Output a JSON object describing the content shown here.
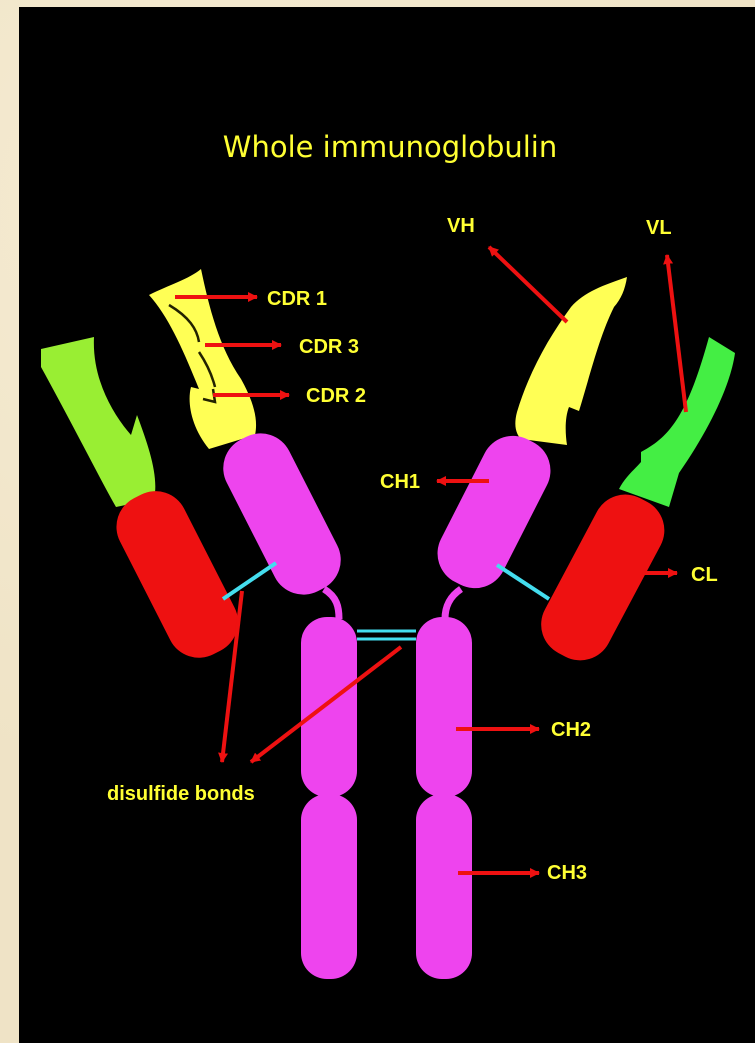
{
  "title": "Whole immunoglobulin",
  "labels": {
    "cdr1": "CDR 1",
    "cdr3": "CDR 3",
    "cdr2": "CDR 2",
    "vh": "VH",
    "vl": "VL",
    "ch1": "CH1",
    "cl": "CL",
    "ch2": "CH2",
    "ch3": "CH3",
    "disulfide": "disulfide bonds"
  },
  "colors": {
    "background": "#000000",
    "label_text": "#ffff33",
    "arrow": "#ee1111",
    "variable_heavy": "#ffff55",
    "variable_light": "#44ee44",
    "variable_light_left": "#99ee33",
    "constant_heavy": "#ee44ee",
    "constant_light": "#ee1111",
    "disulfide_bond": "#44ddee"
  }
}
